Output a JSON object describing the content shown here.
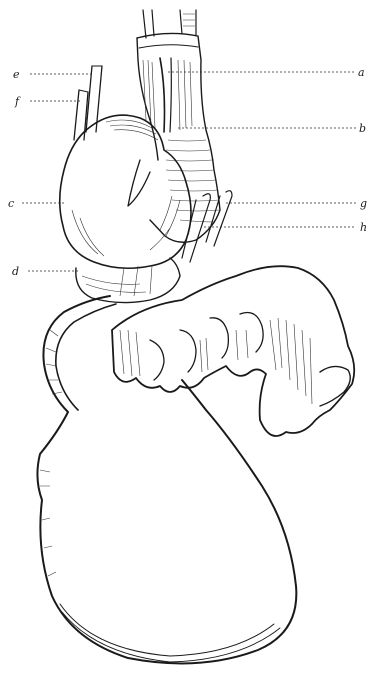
{
  "figure": {
    "labels": {
      "a": "a",
      "b": "b",
      "c": "c",
      "d": "d",
      "e": "e",
      "f": "f",
      "g": "g",
      "h": "h"
    }
  }
}
